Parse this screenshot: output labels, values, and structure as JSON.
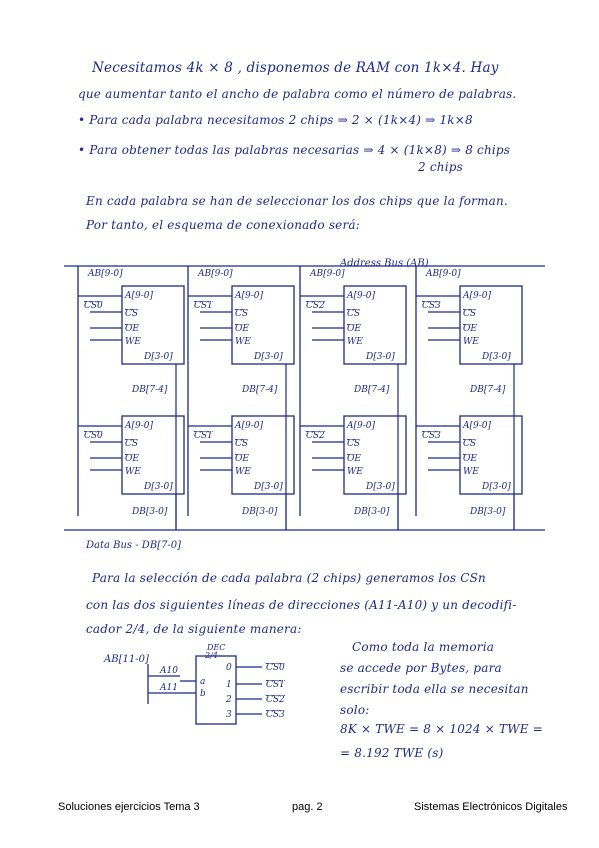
{
  "intro": {
    "line1": "Necesitamos  4k × 8 , disponemos de RAM con 1k×4. Hay",
    "line2": "que aumentar tanto el ancho de palabra como el número de palabras.",
    "bullet1": "Para cada palabra necesitamos 2 chips  ⇒  2 × (1k×4) ⇒ 1k×8",
    "bullet2": "Para obtener todas las palabras necesarias ⇒  4 × (1k×8) ⇒ 8 chips",
    "bullet2_note": "2 chips",
    "line3": "En cada palabra se han de seleccionar los dos chips que la forman.",
    "line4": "Por tanto, el esquema de conexionado será:"
  },
  "memory_diagram": {
    "address_bus_label": "Address Bus (AB)",
    "address_taps": [
      "AB[9-0]",
      "AB[9-0]",
      "AB[9-0]",
      "AB[9-0]"
    ],
    "columns": [
      {
        "top": {
          "cs_in": "CS0",
          "a": "A[9-0]",
          "cs": "CS",
          "oe": "OE",
          "we": "WE",
          "d": "D[3-0]"
        },
        "bottom": {
          "cs_in": "CS0",
          "a": "A[9-0]",
          "cs": "CS",
          "oe": "OE",
          "we": "WE",
          "d": "D[3-0]"
        },
        "upper_bus": "DB[7-4]",
        "lower_bus": "DB[3-0]"
      },
      {
        "top": {
          "cs_in": "CS1",
          "a": "A[9-0]",
          "cs": "CS",
          "oe": "OE",
          "we": "WE",
          "d": "D[3-0]"
        },
        "bottom": {
          "cs_in": "CS1",
          "a": "A[9-0]",
          "cs": "CS",
          "oe": "OE",
          "we": "WE",
          "d": "D[3-0]"
        },
        "upper_bus": "DB[7-4]",
        "lower_bus": "DB[3-0]"
      },
      {
        "top": {
          "cs_in": "CS2",
          "a": "A[9-0]",
          "cs": "CS",
          "oe": "OE",
          "we": "WE",
          "d": "D[3-0]"
        },
        "bottom": {
          "cs_in": "CS2",
          "a": "A[9-0]",
          "cs": "CS",
          "oe": "OE",
          "we": "WE",
          "d": "D[3-0]"
        },
        "upper_bus": "DB[7-4]",
        "lower_bus": "DB[3-0]"
      },
      {
        "top": {
          "cs_in": "CS3",
          "a": "A[9-0]",
          "cs": "CS",
          "oe": "OE",
          "we": "WE",
          "d": "D[3-0]"
        },
        "bottom": {
          "cs_in": "CS3",
          "a": "A[9-0]",
          "cs": "CS",
          "oe": "OE",
          "we": "WE",
          "d": "D[3-0]"
        },
        "upper_bus": "DB[7-4]",
        "lower_bus": "DB[3-0]"
      }
    ],
    "data_bus_label": "Data Bus - DB[7-0]"
  },
  "selection_text": {
    "line1": "Para la selección de cada palabra (2 chips) generamos los CSn",
    "line2": "con las dos siguientes líneas de direcciones (A11-A10) y un decodifi-",
    "line3": "cador 2/4, de la siguiente manera:"
  },
  "decoder": {
    "bus_label": "AB[11-0]",
    "name": "DEC",
    "ratio": "2/4",
    "inputs": [
      "A10",
      "A11"
    ],
    "input_pins": [
      "a",
      "b"
    ],
    "output_pins": [
      "0",
      "1",
      "2",
      "3"
    ],
    "outputs": [
      "CS0",
      "CS1",
      "CS2",
      "CS3"
    ]
  },
  "note": {
    "line1": "Como toda la memoria",
    "line2": "se accede por Bytes, para",
    "line3": "escribir toda ella se necesitan",
    "line4": "solo:",
    "eq1": "8K × TWE = 8 × 1024 × TWE =",
    "eq2": "= 8.192 TWE  (s)"
  },
  "footer": {
    "left": "Soluciones ejercicios Tema 3",
    "center": "pag. 2",
    "right": "Sistemas Electrónicos Digitales"
  }
}
